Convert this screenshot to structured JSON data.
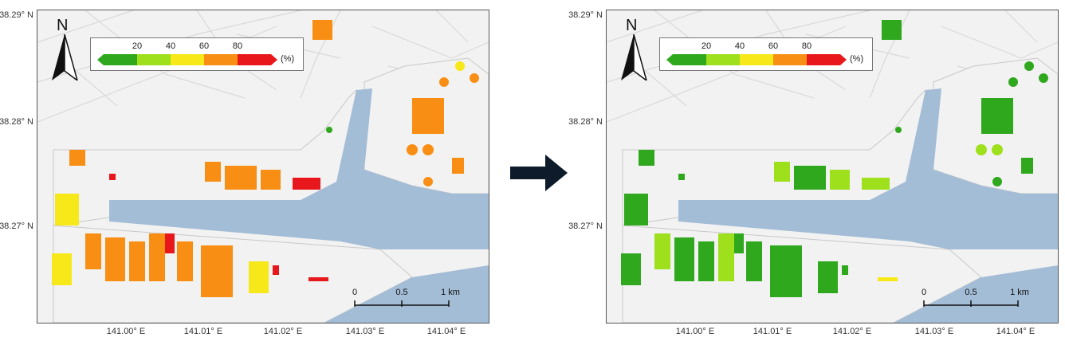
{
  "panels": [
    {
      "id": "left",
      "lat_labels": [
        "38.29° N",
        "38.28° N",
        "38.27° N"
      ],
      "lon_labels": [
        "141.00° E",
        "141.01° E",
        "141.02° E",
        "141.03° E",
        "141.04° E"
      ],
      "north_label": "N",
      "scale": {
        "labels": [
          "0",
          "0.5",
          "1 km"
        ]
      },
      "legend": {
        "ticks": [
          "20",
          "40",
          "60",
          "80"
        ],
        "unit": "(%)",
        "colors": [
          "#2fa81e",
          "#9ee01c",
          "#f7e81a",
          "#f88f14",
          "#e8171c"
        ]
      }
    },
    {
      "id": "right",
      "lat_labels": [
        "38.29° N",
        "38.28° N",
        "38.27° N"
      ],
      "lon_labels": [
        "141.00° E",
        "141.01° E",
        "141.02° E",
        "141.03° E",
        "141.04° E"
      ],
      "north_label": "N",
      "scale": {
        "labels": [
          "0",
          "0.5",
          "1 km"
        ]
      },
      "legend": {
        "ticks": [
          "20",
          "40",
          "60",
          "80"
        ],
        "unit": "(%)",
        "colors": [
          "#2fa81e",
          "#9ee01c",
          "#f7e81a",
          "#f88f14",
          "#e8171c"
        ]
      }
    }
  ],
  "colors": {
    "water": "#a3bdd6",
    "land": "#f2f2f2",
    "road": "#d9d9d9",
    "arrow": "#0d1b2a"
  }
}
